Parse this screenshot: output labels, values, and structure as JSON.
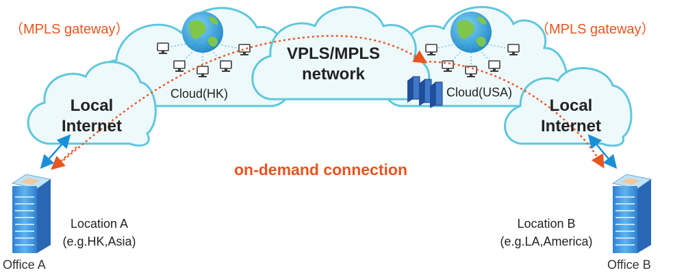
{
  "gateway_left": "（MPLS gateway）",
  "gateway_right": "（MPLS gateway）",
  "center_cloud": {
    "line1": "VPLS/MPLS",
    "line2": "network"
  },
  "cloud_hk": "Cloud(HK)",
  "cloud_usa": "Cloud(USA)",
  "local_internet_left": {
    "line1": "Local",
    "line2": "Internet"
  },
  "local_internet_right": {
    "line1": "Local",
    "line2": "Internet"
  },
  "on_demand": "on-demand connection",
  "location_a": {
    "line1": "Location A",
    "line2": "(e.g.HK,Asia)"
  },
  "location_b": {
    "line1": "Location B",
    "line2": "(e.g.LA,America)"
  },
  "office_a": "Office A",
  "office_b": "Office B",
  "colors": {
    "cloud_stroke": "#5ec7dc",
    "cloud_fill": "#eef9fc",
    "orange_accent": "#e8551f",
    "blue_arrow": "#1a8fd8",
    "server_blue": "#3c8fdc"
  },
  "icons": [
    "globe-icon",
    "computer-icon",
    "server-rack-icon",
    "office-server-icon"
  ]
}
